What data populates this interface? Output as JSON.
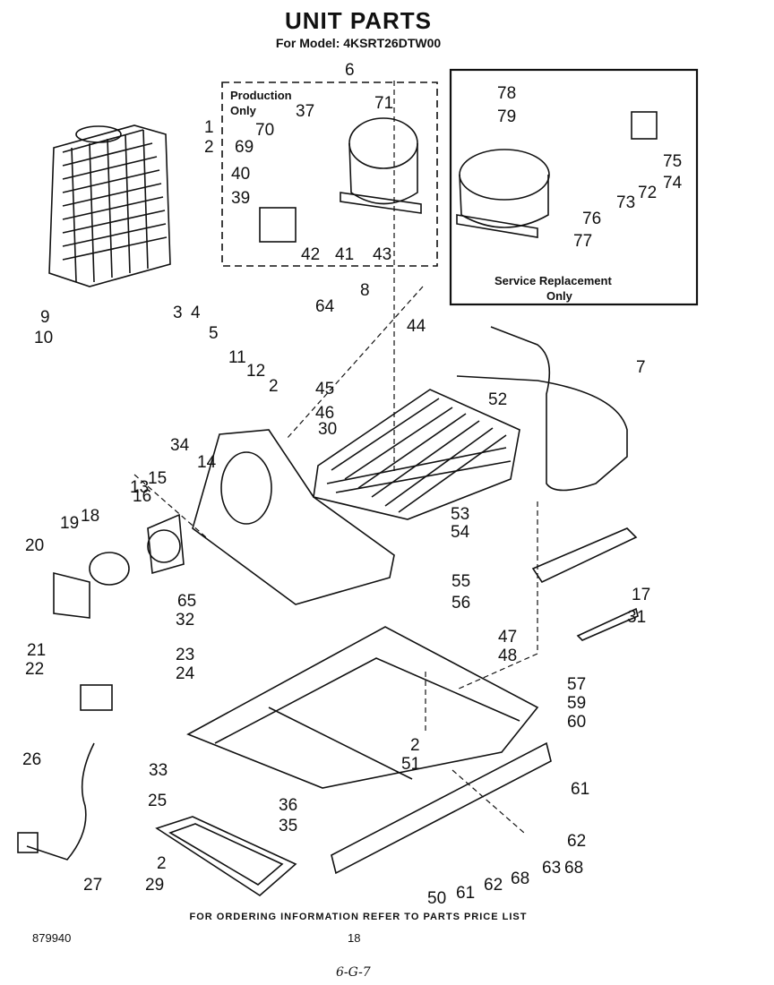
{
  "header": {
    "title": "UNIT PARTS",
    "subtitle": "For Model: 4KSRT26DTW00"
  },
  "boxes": {
    "production_label_1": "Production",
    "production_label_2": "Only",
    "service_label_1": "Service Replacement",
    "service_label_2": "Only"
  },
  "callouts": [
    "6",
    "71",
    "37",
    "70",
    "69",
    "40",
    "39",
    "42",
    "41",
    "43",
    "8",
    "1",
    "2",
    "3",
    "4",
    "5",
    "78",
    "79",
    "75",
    "74",
    "72",
    "73",
    "76",
    "77",
    "7",
    "9",
    "10",
    "64",
    "44",
    "11",
    "12",
    "2",
    "45",
    "46",
    "52",
    "34",
    "30",
    "14",
    "13",
    "15",
    "16",
    "18",
    "19",
    "20",
    "21",
    "22",
    "53",
    "54",
    "55",
    "56",
    "17",
    "31",
    "65",
    "32",
    "23",
    "24",
    "47",
    "48",
    "57",
    "59",
    "60",
    "2",
    "51",
    "26",
    "33",
    "25",
    "36",
    "35",
    "61",
    "62",
    "68",
    "63",
    "2",
    "27",
    "29",
    "50",
    "61",
    "62",
    "68"
  ],
  "footer": {
    "ordering": "FOR ORDERING INFORMATION REFER TO PARTS PRICE LIST",
    "code": "879940",
    "page": "18",
    "hand_note": "6-G-7"
  },
  "colors": {
    "ink": "#111111",
    "paper": "#ffffff"
  }
}
